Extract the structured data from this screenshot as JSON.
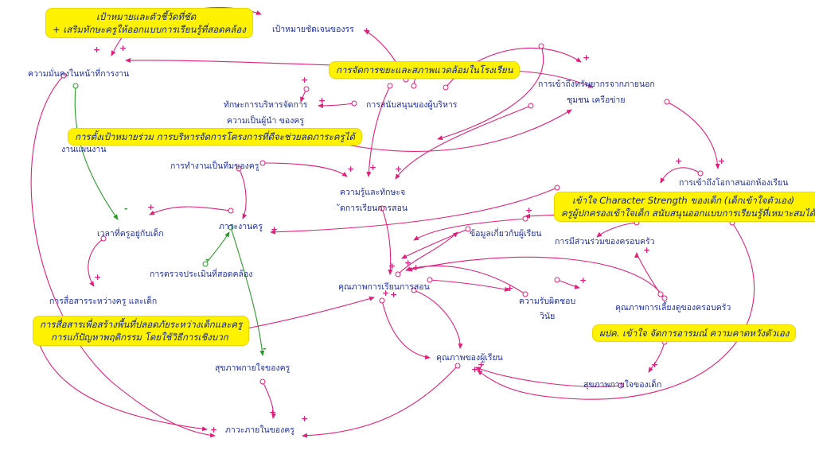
{
  "nodes": {
    "teacher_security": "ความมั่นคงในหน้าที่การงาน",
    "clear_goal": "เป้าหมายชัดเจนของรร",
    "admin_support": "การสนับสนุนของผู้บริหาร",
    "admin_skill": "ทักษะการบริหารจัดการ",
    "leadership": "ความเป็นผู้นำ ของครู",
    "external_access": "การเข้าถึงทรัพยากรจากภายนอก",
    "community": "ชุมชน เครือข่าย",
    "work_hidden": "งานแผนงาน",
    "teamwork": "การทำงานเป็นทีมของครู",
    "knowledge": "ความรู้และทักษะจ",
    "teaching_mgmt": "ัดการเรียนการสอน",
    "access_outside": "การเข้าถึงโอกาสนอกห้องเรียน",
    "time_with_child": "เวลาที่ครูอยู่กับเด็ก",
    "workload": "ภาระงานครู",
    "student_info": "ข้อมูลเกี่ยวกับผู้เรียน",
    "family_participation": "การมีส่วนร่วมของครอบครัว",
    "assessment": "การตรวจประเมินที่สอดคล้อง",
    "communication": "การสื่อสารระหว่างครู และเด็ก",
    "learning_quality": "คุณภาพการเรียนการสอน",
    "responsibility_1": "ความรับผิดชอบ",
    "responsibility_2": "วินัย",
    "parenting_quality": "คุณภาพการเลี้ยงดูของครอบครัว",
    "teacher_health": "สุขภาพกายใจของครู",
    "student_quality": "คุณภาพของผู้เรียน",
    "child_health": "สุขภาพกายใจของเด็ก",
    "teacher_burden": "ภาวะภายในของครู"
  },
  "callouts": {
    "goals": [
      "เป้าหมายและตัวชี้วัดที่ชัด",
      "+ เสริมทักษะครูให้ออกแบบการเรียนรู้ที่สอดคล้อง"
    ],
    "environment": [
      "การจัดการขยะและสภาพแวดล้อมในโรงเรียน"
    ],
    "shared_goal": [
      "การตั้งเป้าหมายร่วม การบริหารจัดการโครงการที่ดีจะช่วยลดภาระครูได้"
    ],
    "character": [
      "เข้าใจ Character Strength ของเด็ก (เด็กเข้าใจตัวเอง)",
      "ครูผู้ปกครองเข้าใจเด็ก สนับสนุนออกแบบการเรียนรู้ที่เหมาะสมได้"
    ],
    "safe_space": [
      "การสื่อสารเพื่อสร้างพื้นที่ปลอดภัยระหว่างเด็กและครู",
      "การแก้ปัญหาพฤติกรรม โดยใช้วิธีการเชิงบวก"
    ],
    "parents": [
      "ผปค. เข้าใจ จัดการอารมณ์ ความคาดหวังตัวเอง"
    ]
  },
  "polarity": {
    "positive": "+",
    "negative": "-"
  },
  "colors": {
    "link_positive": "#e0207a",
    "link_negative": "#2a9a2a",
    "node_text": "#1e2fa3",
    "callout_bg": "#fff200"
  }
}
